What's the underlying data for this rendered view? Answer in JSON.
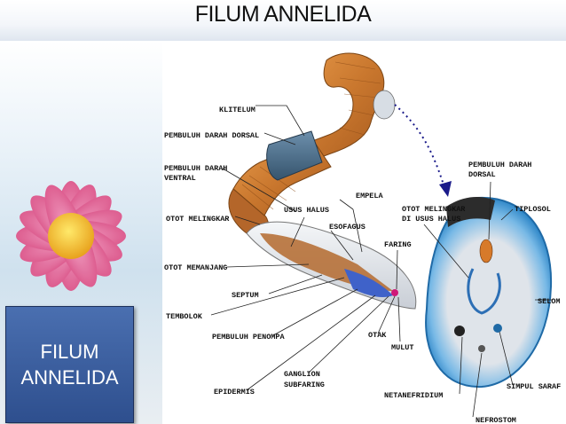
{
  "title": "FILUM ANNELIDA",
  "badge": {
    "line1": "FILUM",
    "line2": "ANNELIDA"
  },
  "labels": {
    "klitelum": "KLITELUM",
    "pembuluh_darah_dorsal_1": "PEMBULUH DARAH DORSAL",
    "pembuluh_darah_ventral_1": "PEMBULUH DARAH",
    "pembuluh_darah_ventral_2": "VENTRAL",
    "otot_melingkar": "OTOT MELINGKAR",
    "usus_halus": "USUS HALUS",
    "empela": "EMPELA",
    "esofagus": "ESOFAGUS",
    "otot_memanjang": "OTOT MEMANJANG",
    "septum": "SEPTUM",
    "tembolok": "TEMBOLOK",
    "pembuluh_penompa": "PEMBULUH PENOMPA",
    "epidermis": "EPIDERMIS",
    "ganglion_1": "GANGLION",
    "ganglion_2": "SUBFARING",
    "otak": "OTAK",
    "mulut": "MULUT",
    "faring": "FARING",
    "otot_usus_1": "OTOT MELINGKAR",
    "otot_usus_2": "DI USUS HALUS",
    "pd_dorsal_right_1": "PEMBULUH DARAH",
    "pd_dorsal_right_2": "DORSAL",
    "tiplosol": "TIPLOSOL",
    "selom": "SELOM",
    "simpul_saraf": "SIMPUL SARAF",
    "netanefridium": "NETANEFRIDIUM",
    "nefrostom": "NEFROSTOM"
  },
  "colors": {
    "worm_body": "#c9772e",
    "clitellum": "#4d6f8c",
    "cross_section_outer": "#3f9ad8",
    "badge": "#3a5e9f"
  }
}
